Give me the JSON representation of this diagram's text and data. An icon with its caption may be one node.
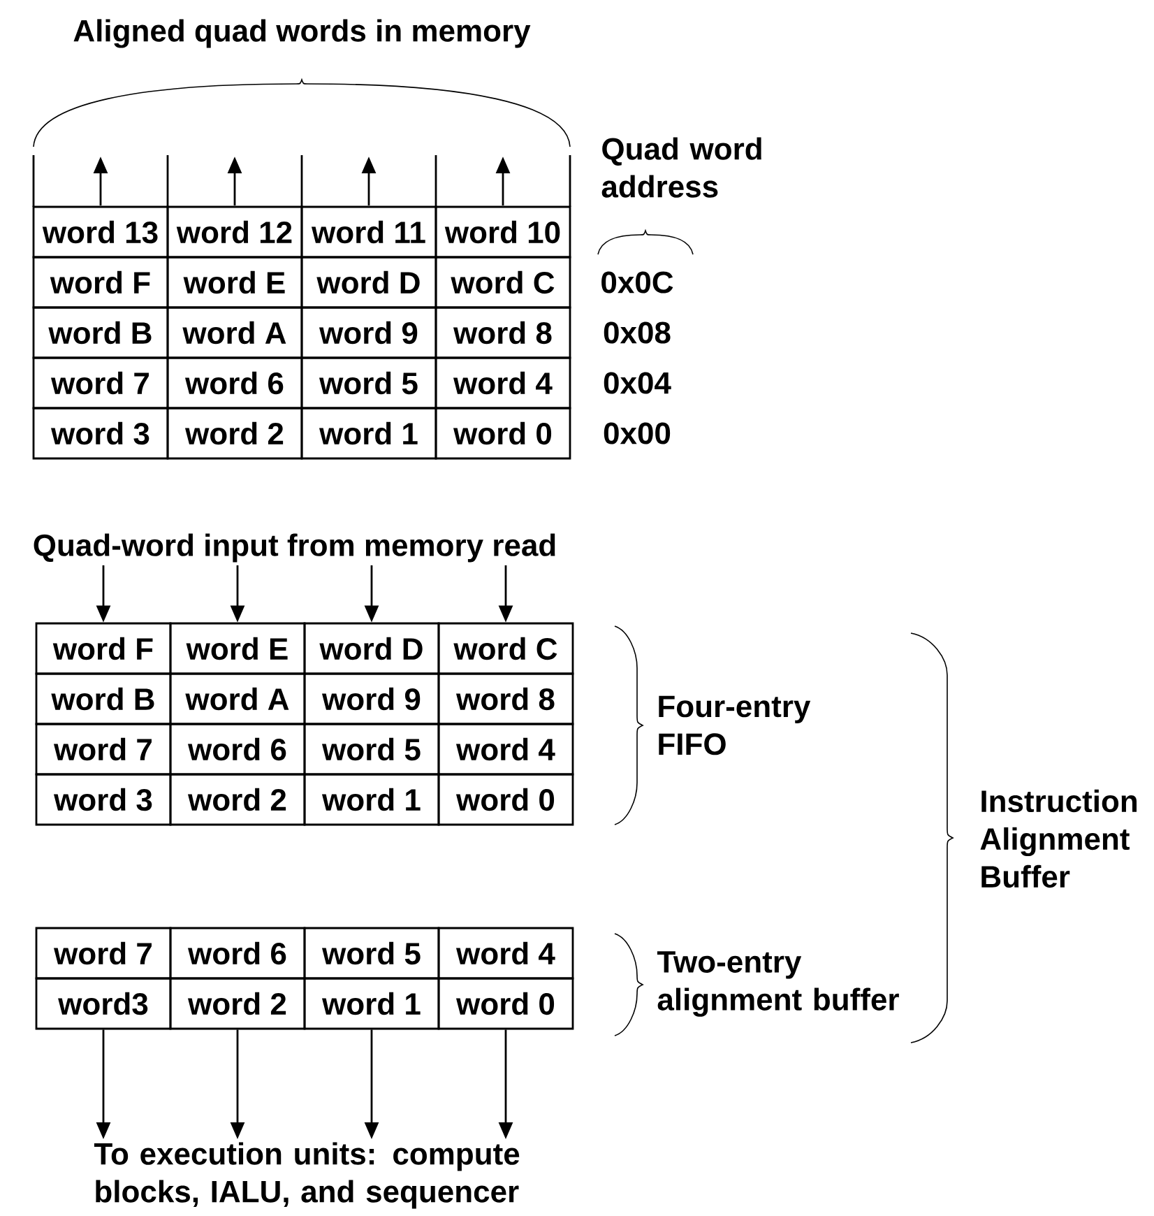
{
  "diagram": {
    "nodes": [
      {
        "text": [
          "Quad-word input from memory read"
        ]
      },
      {
        "text": [
          "word F"
        ]
      },
      {
        "text": [
          "word E"
        ]
      },
      {
        "text": [
          "word D"
        ]
      },
      {
        "text": [
          "word C"
        ]
      },
      {
        "text": [
          "word B"
        ]
      },
      {
        "text": [
          "word A"
        ]
      },
      {
        "text": [
          "word 9"
        ]
      },
      {
        "text": [
          "word 8"
        ]
      },
      {
        "text": [
          "word 7"
        ]
      },
      {
        "text": [
          "word 6"
        ]
      },
      {
        "text": [
          "word 5"
        ]
      },
      {
        "text": [
          "word 4"
        ]
      },
      {
        "text": [
          "word 3"
        ]
      },
      {
        "text": [
          "word 2"
        ]
      },
      {
        "text": [
          "word 1"
        ]
      },
      {
        "text": [
          "word 0"
        ]
      },
      {
        "text": [
          "word 7"
        ]
      },
      {
        "text": [
          "word 6"
        ]
      },
      {
        "text": [
          "word 5"
        ]
      },
      {
        "text": [
          "word 4"
        ]
      },
      {
        "text": [
          "word3"
        ]
      },
      {
        "text": [
          "word 2"
        ]
      },
      {
        "text": [
          "word 1"
        ]
      },
      {
        "text": [
          "word 0"
        ]
      },
      {
        "text": [
          "To execution units: compute blocks, IALU, and sequencer"
        ]
      }
    ],
    "edges": [
      {
        "from": 0,
        "to": 1,
        "arrow": "to"
      },
      {
        "from": 0,
        "to": 2,
        "arrow": "to"
      },
      {
        "from": 0,
        "to": 3,
        "arrow": "to"
      },
      {
        "from": 0,
        "to": 4,
        "arrow": "to"
      },
      {
        "from": 21,
        "to": 25,
        "arrow": "to"
      },
      {
        "from": 22,
        "to": 25,
        "arrow": "to"
      },
      {
        "from": 23,
        "to": 25,
        "arrow": "to"
      },
      {
        "from": 24,
        "to": 25,
        "arrow": "to"
      }
    ],
    "labels": [
      "Aligned quad words in memory",
      "Quad word address",
      "word 13",
      "word 12",
      "word 11",
      "word 10",
      "word F",
      "word E",
      "word D",
      "word C",
      "word B",
      "word A",
      "word 9",
      "word 8",
      "word 7",
      "word 6",
      "word 5",
      "word 4",
      "word 3",
      "word 2",
      "word 1",
      "word 0",
      "0x0C",
      "0x08",
      "0x04",
      "0x00",
      "Four-entry FIFO",
      "Two-entry alignment buffer",
      "Instruction Alignment Buffer"
    ]
  }
}
